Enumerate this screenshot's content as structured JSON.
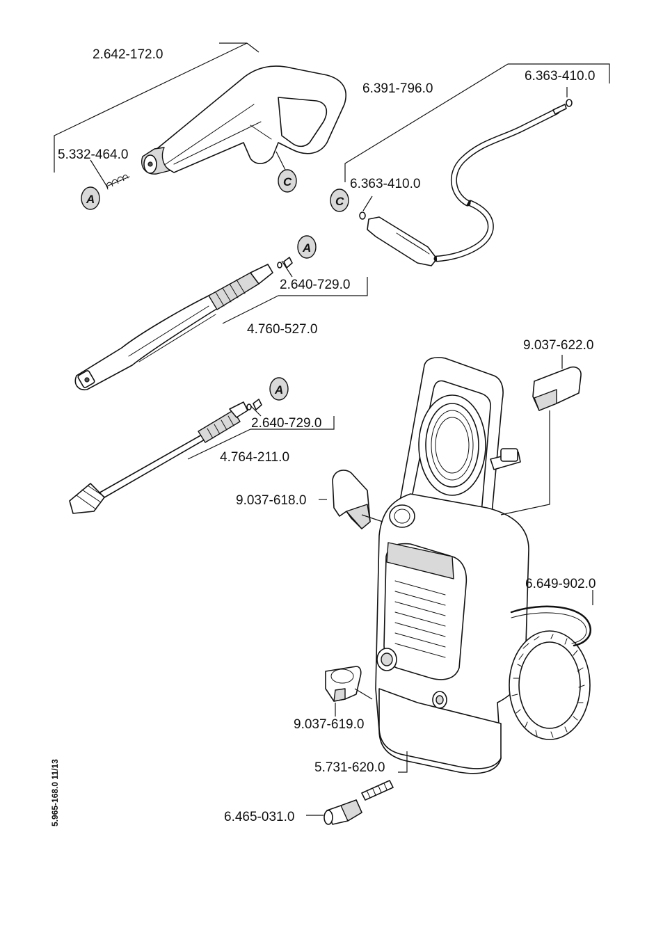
{
  "parts": {
    "trigger_gun": "2.642-172.0",
    "gun_spring": "5.332-464.0",
    "hose_reel_hose": "6.391-796.0",
    "o_ring_top": "6.363-410.0",
    "o_ring_hose": "6.363-410.0",
    "vario_adapter_1": "2.640-729.0",
    "vario_lance": "4.760-527.0",
    "vario_adapter_2": "2.640-729.0",
    "dirt_blaster": "4.764-211.0",
    "holder_nozzle": "9.037-622.0",
    "holder_lance": "9.037-618.0",
    "holder_accessory": "9.037-619.0",
    "power_cord": "6.649-902.0",
    "water_filter": "5.731-620.0",
    "hose_coupling": "6.465-031.0"
  },
  "callouts": {
    "a": "A",
    "c": "C"
  },
  "document_code": "5.965-168.0  11/13"
}
